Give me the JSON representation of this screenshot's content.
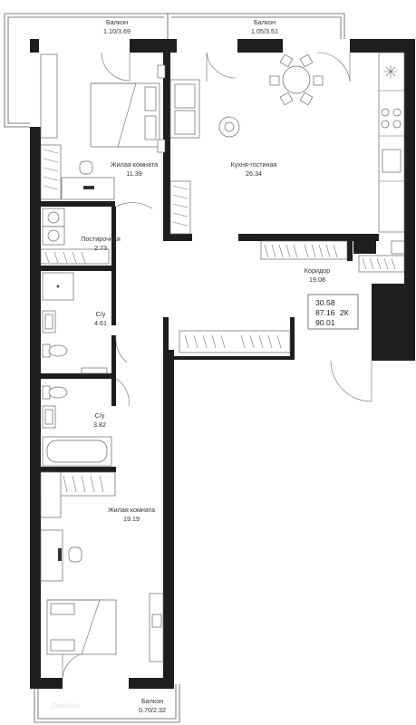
{
  "balconies": [
    {
      "name": "Балкон",
      "area": "1.10/3.69"
    },
    {
      "name": "Балкон",
      "area": "1.05/3.51"
    },
    {
      "name": "Балкон",
      "area": "0.70/2.32"
    }
  ],
  "rooms": [
    {
      "name": "Жилая комната",
      "area": "11.39"
    },
    {
      "name": "Кухня-гостиная",
      "area": "26.34"
    },
    {
      "name": "Постирочная",
      "area": "2.73"
    },
    {
      "name": "Коридор",
      "area": "19.08"
    },
    {
      "name": "С/у",
      "area": "4.61"
    },
    {
      "name": "С/у",
      "area": "3.82"
    },
    {
      "name": "Жилая комната",
      "area": "19.19"
    }
  ],
  "summary": {
    "living_area": "30.58",
    "total_area": "87.16",
    "total_with_balconies": "90.01",
    "apartment_type": "2К"
  },
  "watermark": "Домклик",
  "colors": {
    "walls": "#1e1e1e",
    "lines": "#555555",
    "background": "#ffffff"
  }
}
